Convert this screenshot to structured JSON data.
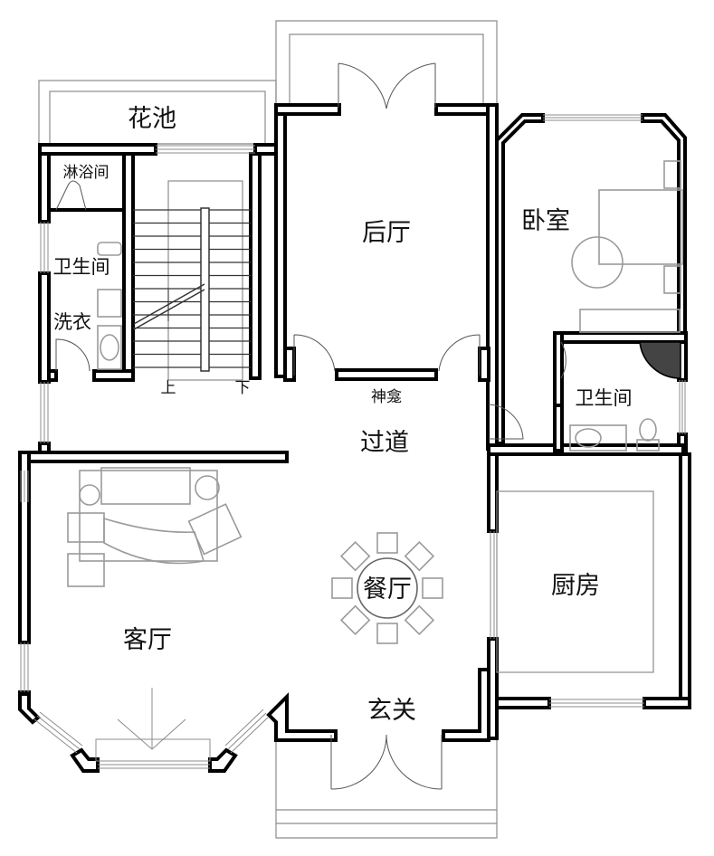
{
  "title": "一层平面图",
  "rooms": {
    "flower_bed": "花池",
    "shower_room": "淋浴间",
    "bathroom_left": "卫生间",
    "laundry": "洗衣",
    "stair_up": "上",
    "stair_down": "下",
    "back_hall": "后厅",
    "shrine": "神龛",
    "corridor": "过道",
    "bedroom": "卧室",
    "bathroom_right": "卫生间",
    "living_room": "客厅",
    "dining_room": "餐厅",
    "kitchen": "厨房",
    "foyer": "玄关"
  },
  "colors": {
    "wall": "#000000",
    "fixture": "#9a9a9a",
    "background": "#ffffff"
  }
}
